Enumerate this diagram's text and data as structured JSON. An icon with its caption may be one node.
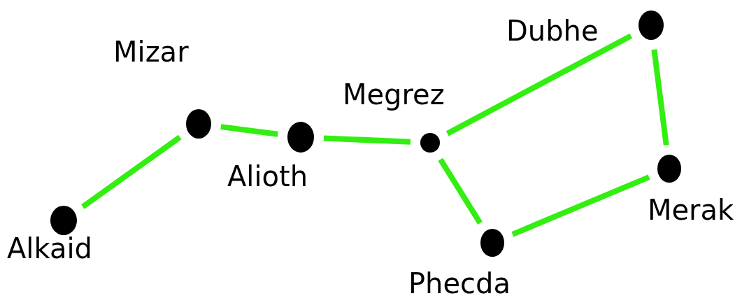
{
  "diagram": {
    "nodes": [
      {
        "text": [],
        "shape": "circle",
        "beside": [
          "Alkaid"
        ]
      },
      {
        "text": [],
        "shape": "circle",
        "beside": [
          "Mizar"
        ]
      },
      {
        "text": [],
        "shape": "circle",
        "beside": [
          "Alioth"
        ]
      },
      {
        "text": [],
        "shape": "circle",
        "beside": [
          "Megrez"
        ]
      },
      {
        "text": [],
        "shape": "circle",
        "beside": [
          "Phecda"
        ]
      },
      {
        "text": [],
        "shape": "circle",
        "beside": [
          "Dubhe"
        ]
      },
      {
        "text": [],
        "shape": "circle",
        "beside": [
          "Merak"
        ]
      }
    ],
    "edges": [
      {
        "from": 0,
        "to": 1,
        "arrow": "none"
      },
      {
        "from": 1,
        "to": 2,
        "arrow": "none"
      },
      {
        "from": 2,
        "to": 3,
        "arrow": "none"
      },
      {
        "from": 3,
        "to": 5,
        "arrow": "none"
      },
      {
        "from": 5,
        "to": 6,
        "arrow": "none"
      },
      {
        "from": 6,
        "to": 4,
        "arrow": "none"
      },
      {
        "from": 4,
        "to": 3,
        "arrow": "none"
      }
    ]
  }
}
